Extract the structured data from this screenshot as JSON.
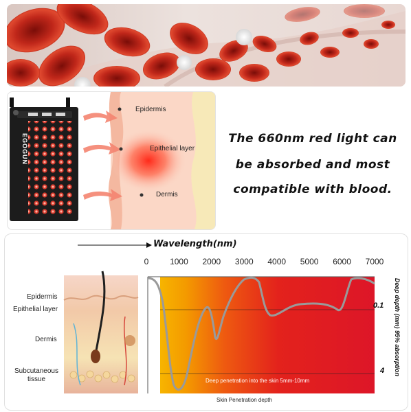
{
  "skin_panel": {
    "layers": [
      "Epidermis",
      "Epithelial layer",
      "Dermis"
    ],
    "device_brand": "EGOGUN"
  },
  "headline": {
    "lines": [
      "The 660nm red light can",
      "be absorbed and most",
      "compatible with blood."
    ]
  },
  "chart": {
    "title": "Wavelength(nm)",
    "ticks": [
      "0",
      "1000",
      "2000",
      "3000",
      "4000",
      "5000",
      "6000",
      "7000"
    ],
    "layers": [
      "Epidermis",
      "Epithelial layer",
      "Dermis",
      "Subcutaneous\ntissue"
    ],
    "right_axis_label": "Deep depth (mm) 95% absorption",
    "right_values": [
      "0.1",
      "4"
    ],
    "annotation": "Deep penetration into the skin 5mm-10mm",
    "xlabel": "Skin Penetration depth"
  }
}
